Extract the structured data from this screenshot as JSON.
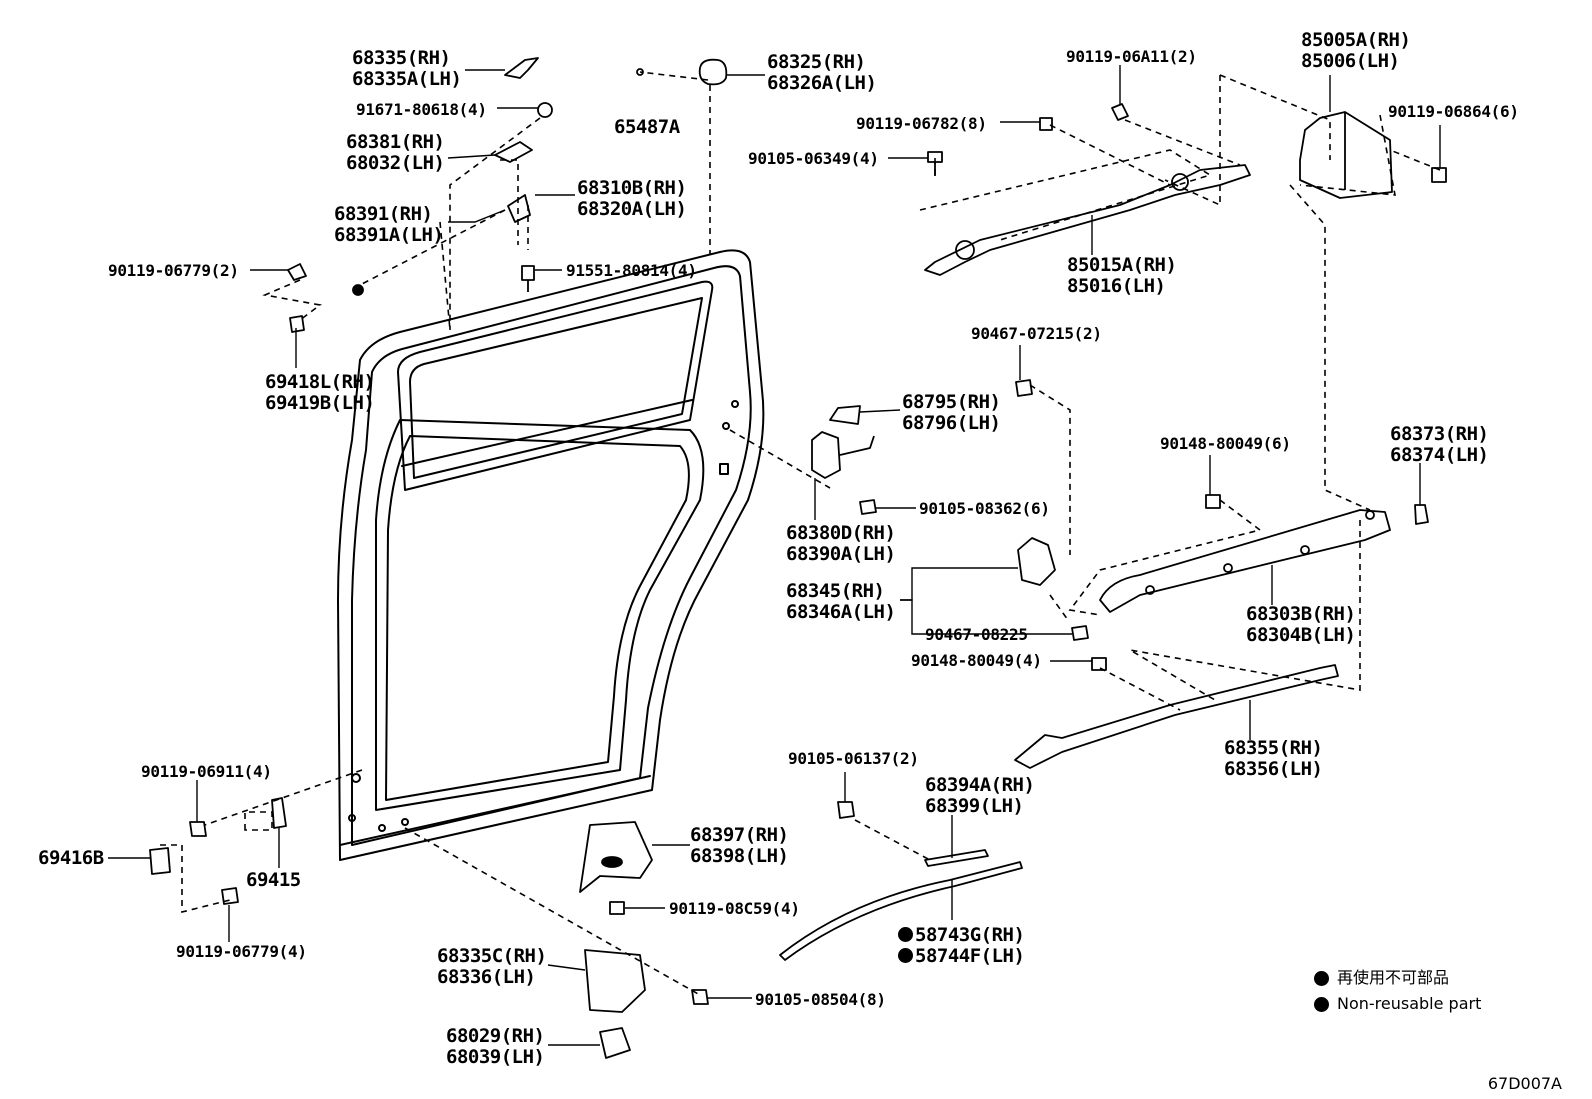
{
  "diagram_code": "67D007A",
  "legend": {
    "jp": "再使用不可部品",
    "en": "Non-reusable part"
  },
  "parts": {
    "p68335": [
      "68335(RH)",
      "68335A(LH)"
    ],
    "p91671": "91671-80618(4)",
    "p68381": [
      "68381(RH)",
      "68032(LH)"
    ],
    "p68310": [
      "68310B(RH)",
      "68320A(LH)"
    ],
    "p68391": [
      "68391(RH)",
      "68391A(LH)"
    ],
    "p90119_06779a": "90119-06779(2)",
    "p91551": "91551-80814(4)",
    "p69418": [
      "69418L(RH)",
      "69419B(LH)"
    ],
    "p65487": "65487A",
    "p68325": [
      "68325(RH)",
      "68326A(LH)"
    ],
    "p90119_06A11": "90119-06A11(2)",
    "p90119_06782": "90119-06782(8)",
    "p90105_06349": "90105-06349(4)",
    "p85015": [
      "85015A(RH)",
      "85016(LH)"
    ],
    "p85005": [
      "85005A(RH)",
      "85006(LH)"
    ],
    "p90119_06864": "90119-06864(6)",
    "p90467_07215": "90467-07215(2)",
    "p68795": [
      "68795(RH)",
      "68796(LH)"
    ],
    "p90105_08362": "90105-08362(6)",
    "p68380": [
      "68380D(RH)",
      "68390A(LH)"
    ],
    "p68345": [
      "68345(RH)",
      "68346A(LH)"
    ],
    "p90467_08225": "90467-08225",
    "p90148_a": "90148-80049(6)",
    "p68373": [
      "68373(RH)",
      "68374(LH)"
    ],
    "p68303": [
      "68303B(RH)",
      "68304B(LH)"
    ],
    "p90148_b": "90148-80049(4)",
    "p68355": [
      "68355(RH)",
      "68356(LH)"
    ],
    "p90119_06911": "90119-06911(4)",
    "p69416": "69416B",
    "p69415": "69415",
    "p90119_06779b": "90119-06779(4)",
    "p90105_06137": "90105-06137(2)",
    "p68394": [
      "68394A(RH)",
      "68399(LH)"
    ],
    "p68397": [
      "68397(RH)",
      "68398(LH)"
    ],
    "p90119_08C59": "90119-08C59(4)",
    "p58743": [
      "58743G(RH)",
      "58744F(LH)"
    ],
    "p68335C": [
      "68335C(RH)",
      "68336(LH)"
    ],
    "p90105_08504": "90105-08504(8)",
    "p68029": [
      "68029(RH)",
      "68039(LH)"
    ]
  }
}
